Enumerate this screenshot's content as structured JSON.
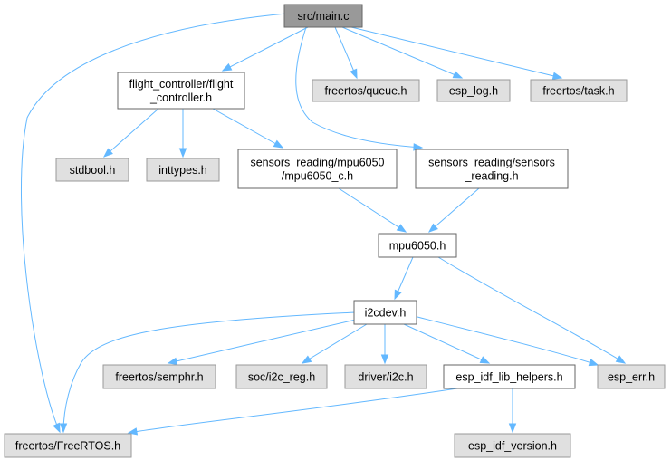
{
  "diagram": {
    "nodes": [
      {
        "id": "main",
        "label": [
          "src/main.c"
        ],
        "kind": "main"
      },
      {
        "id": "fc",
        "label": [
          "flight_controller/flight",
          "_controller.h"
        ],
        "kind": "local"
      },
      {
        "id": "queue",
        "label": [
          "freertos/queue.h"
        ],
        "kind": "system"
      },
      {
        "id": "esplog",
        "label": [
          "esp_log.h"
        ],
        "kind": "system"
      },
      {
        "id": "task",
        "label": [
          "freertos/task.h"
        ],
        "kind": "system"
      },
      {
        "id": "stdbool",
        "label": [
          "stdbool.h"
        ],
        "kind": "system"
      },
      {
        "id": "inttypes",
        "label": [
          "inttypes.h"
        ],
        "kind": "system"
      },
      {
        "id": "mpuc",
        "label": [
          "sensors_reading/mpu6050",
          "/mpu6050_c.h"
        ],
        "kind": "local"
      },
      {
        "id": "sensors",
        "label": [
          "sensors_reading/sensors",
          "_reading.h"
        ],
        "kind": "local"
      },
      {
        "id": "mpu",
        "label": [
          "mpu6050.h"
        ],
        "kind": "local"
      },
      {
        "id": "i2cdev",
        "label": [
          "i2cdev.h"
        ],
        "kind": "local"
      },
      {
        "id": "semphr",
        "label": [
          "freertos/semphr.h"
        ],
        "kind": "system"
      },
      {
        "id": "i2creg",
        "label": [
          "soc/i2c_reg.h"
        ],
        "kind": "system"
      },
      {
        "id": "driveri2c",
        "label": [
          "driver/i2c.h"
        ],
        "kind": "system"
      },
      {
        "id": "helpers",
        "label": [
          "esp_idf_lib_helpers.h"
        ],
        "kind": "local"
      },
      {
        "id": "esperr",
        "label": [
          "esp_err.h"
        ],
        "kind": "system"
      },
      {
        "id": "freertos",
        "label": [
          "freertos/FreeRTOS.h"
        ],
        "kind": "system"
      },
      {
        "id": "idfver",
        "label": [
          "esp_idf_version.h"
        ],
        "kind": "system"
      }
    ],
    "edges": [
      {
        "from": "main",
        "to": "fc"
      },
      {
        "from": "main",
        "to": "queue"
      },
      {
        "from": "main",
        "to": "esplog"
      },
      {
        "from": "main",
        "to": "task"
      },
      {
        "from": "main",
        "to": "sensors"
      },
      {
        "from": "main",
        "to": "freertos"
      },
      {
        "from": "fc",
        "to": "stdbool"
      },
      {
        "from": "fc",
        "to": "inttypes"
      },
      {
        "from": "fc",
        "to": "mpuc"
      },
      {
        "from": "mpuc",
        "to": "mpu"
      },
      {
        "from": "sensors",
        "to": "mpu"
      },
      {
        "from": "mpu",
        "to": "i2cdev"
      },
      {
        "from": "mpu",
        "to": "esperr"
      },
      {
        "from": "i2cdev",
        "to": "freertos"
      },
      {
        "from": "i2cdev",
        "to": "semphr"
      },
      {
        "from": "i2cdev",
        "to": "i2creg"
      },
      {
        "from": "i2cdev",
        "to": "driveri2c"
      },
      {
        "from": "i2cdev",
        "to": "helpers"
      },
      {
        "from": "i2cdev",
        "to": "esperr"
      },
      {
        "from": "helpers",
        "to": "freertos"
      },
      {
        "from": "helpers",
        "to": "idfver"
      }
    ]
  }
}
